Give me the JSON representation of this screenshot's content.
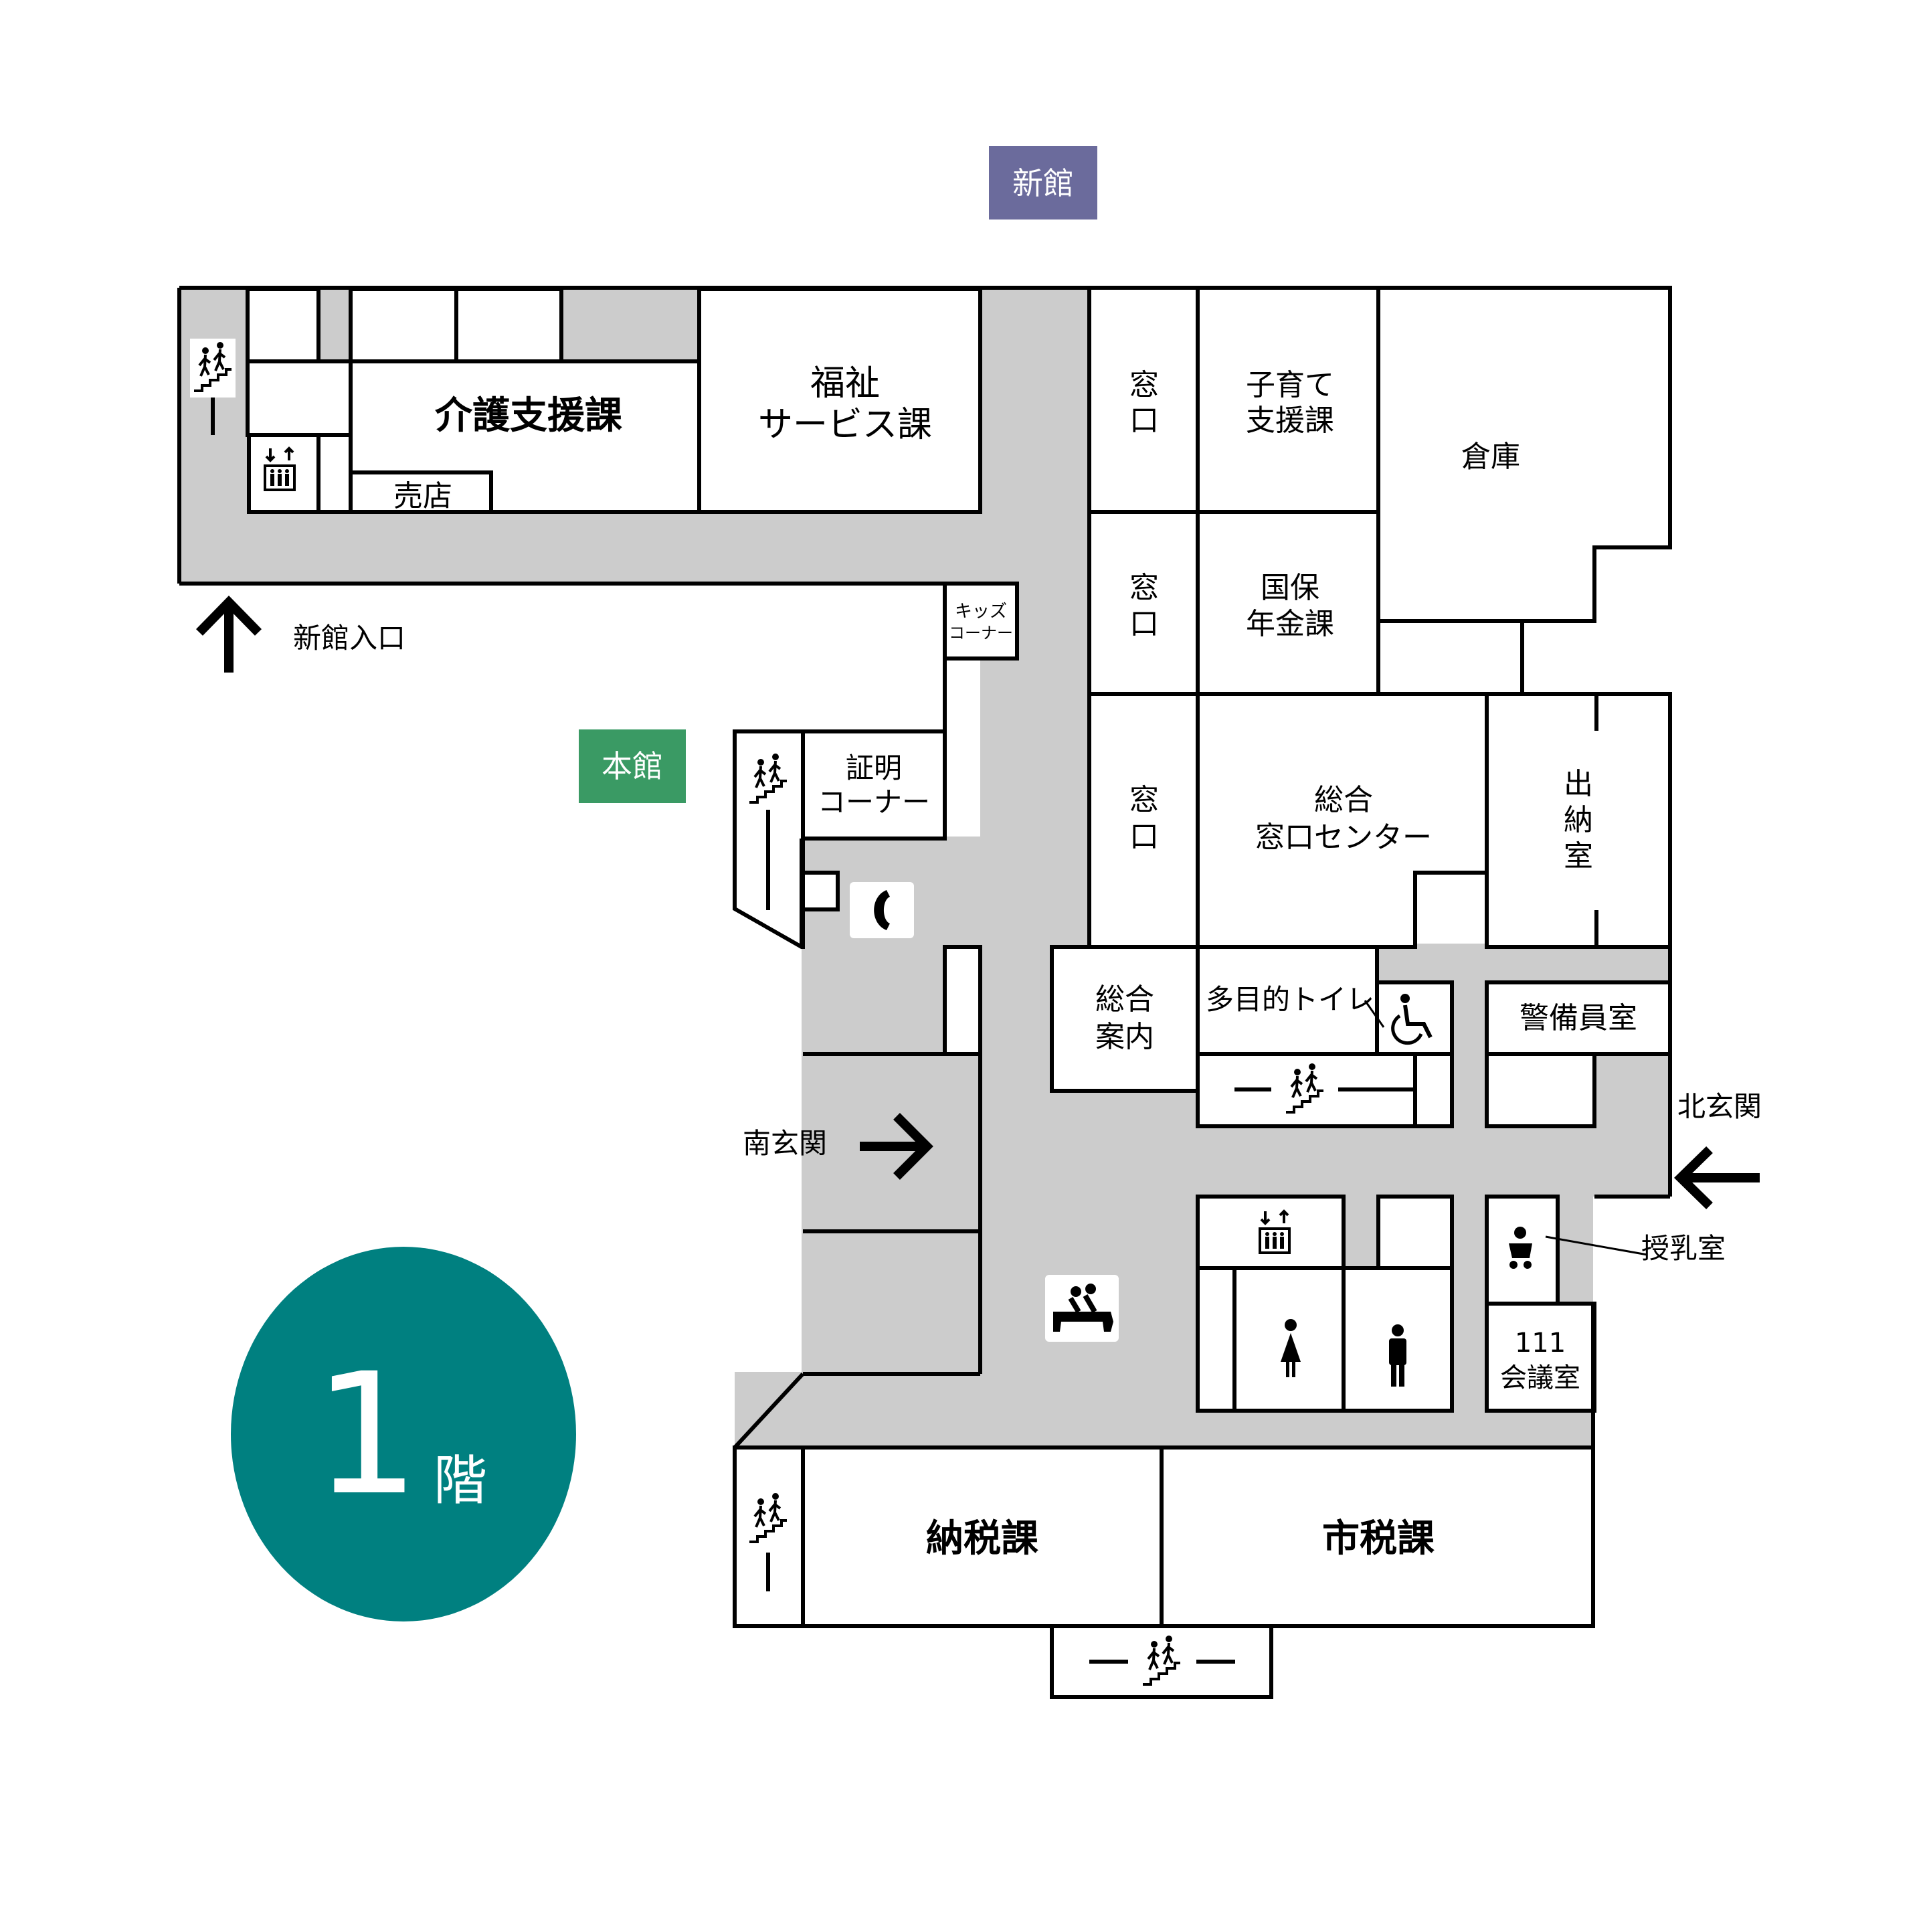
{
  "buildings": {
    "new_building": "新館",
    "main_building": "本館",
    "new_building_color": "#6B6B9C",
    "main_building_color": "#3A9A64"
  },
  "floor": {
    "number": "1",
    "suffix": "階",
    "badge_color": "#008080"
  },
  "corridor_color": "#CCCCCC",
  "rooms": {
    "kaigo": "介護支援課",
    "fukushi_1": "福祉",
    "fukushi_2": "サービス課",
    "baiten": "売店",
    "madoguchi_1a": "窓",
    "madoguchi_1b": "口",
    "madoguchi_2a": "窓",
    "madoguchi_2b": "口",
    "madoguchi_3a": "窓",
    "madoguchi_3b": "口",
    "kosodate_1": "子育て",
    "kosodate_2": "支援課",
    "soko": "倉庫",
    "kokuho_1": "国保",
    "kokuho_2": "年金課",
    "kids_1": "キッズ",
    "kids_2": "コーナー",
    "shomei_1": "証明",
    "shomei_2": "コーナー",
    "sogo_madoguchi_1": "総合",
    "sogo_madoguchi_2": "窓口センター",
    "suito_1": "出",
    "suito_2": "納",
    "suito_3": "室",
    "sogo_annai_1": "総合",
    "sogo_annai_2": "案内",
    "tamokuteki": "多目的トイレ",
    "keibi": "警備員室",
    "junyu": "授乳室",
    "kaigi_1": "111",
    "kaigi_2": "会議室",
    "nozei": "納税課",
    "shizei": "市税課"
  },
  "entrances": {
    "new_building_entrance": "新館入口",
    "south": "南玄関",
    "north": "北玄関"
  },
  "icons": [
    "stairs-icon",
    "elevator-icon",
    "telephone-icon",
    "wheelchair-icon",
    "female-restroom-icon",
    "male-restroom-icon",
    "baby-care-icon",
    "waiting-area-icon",
    "arrow-icon"
  ]
}
